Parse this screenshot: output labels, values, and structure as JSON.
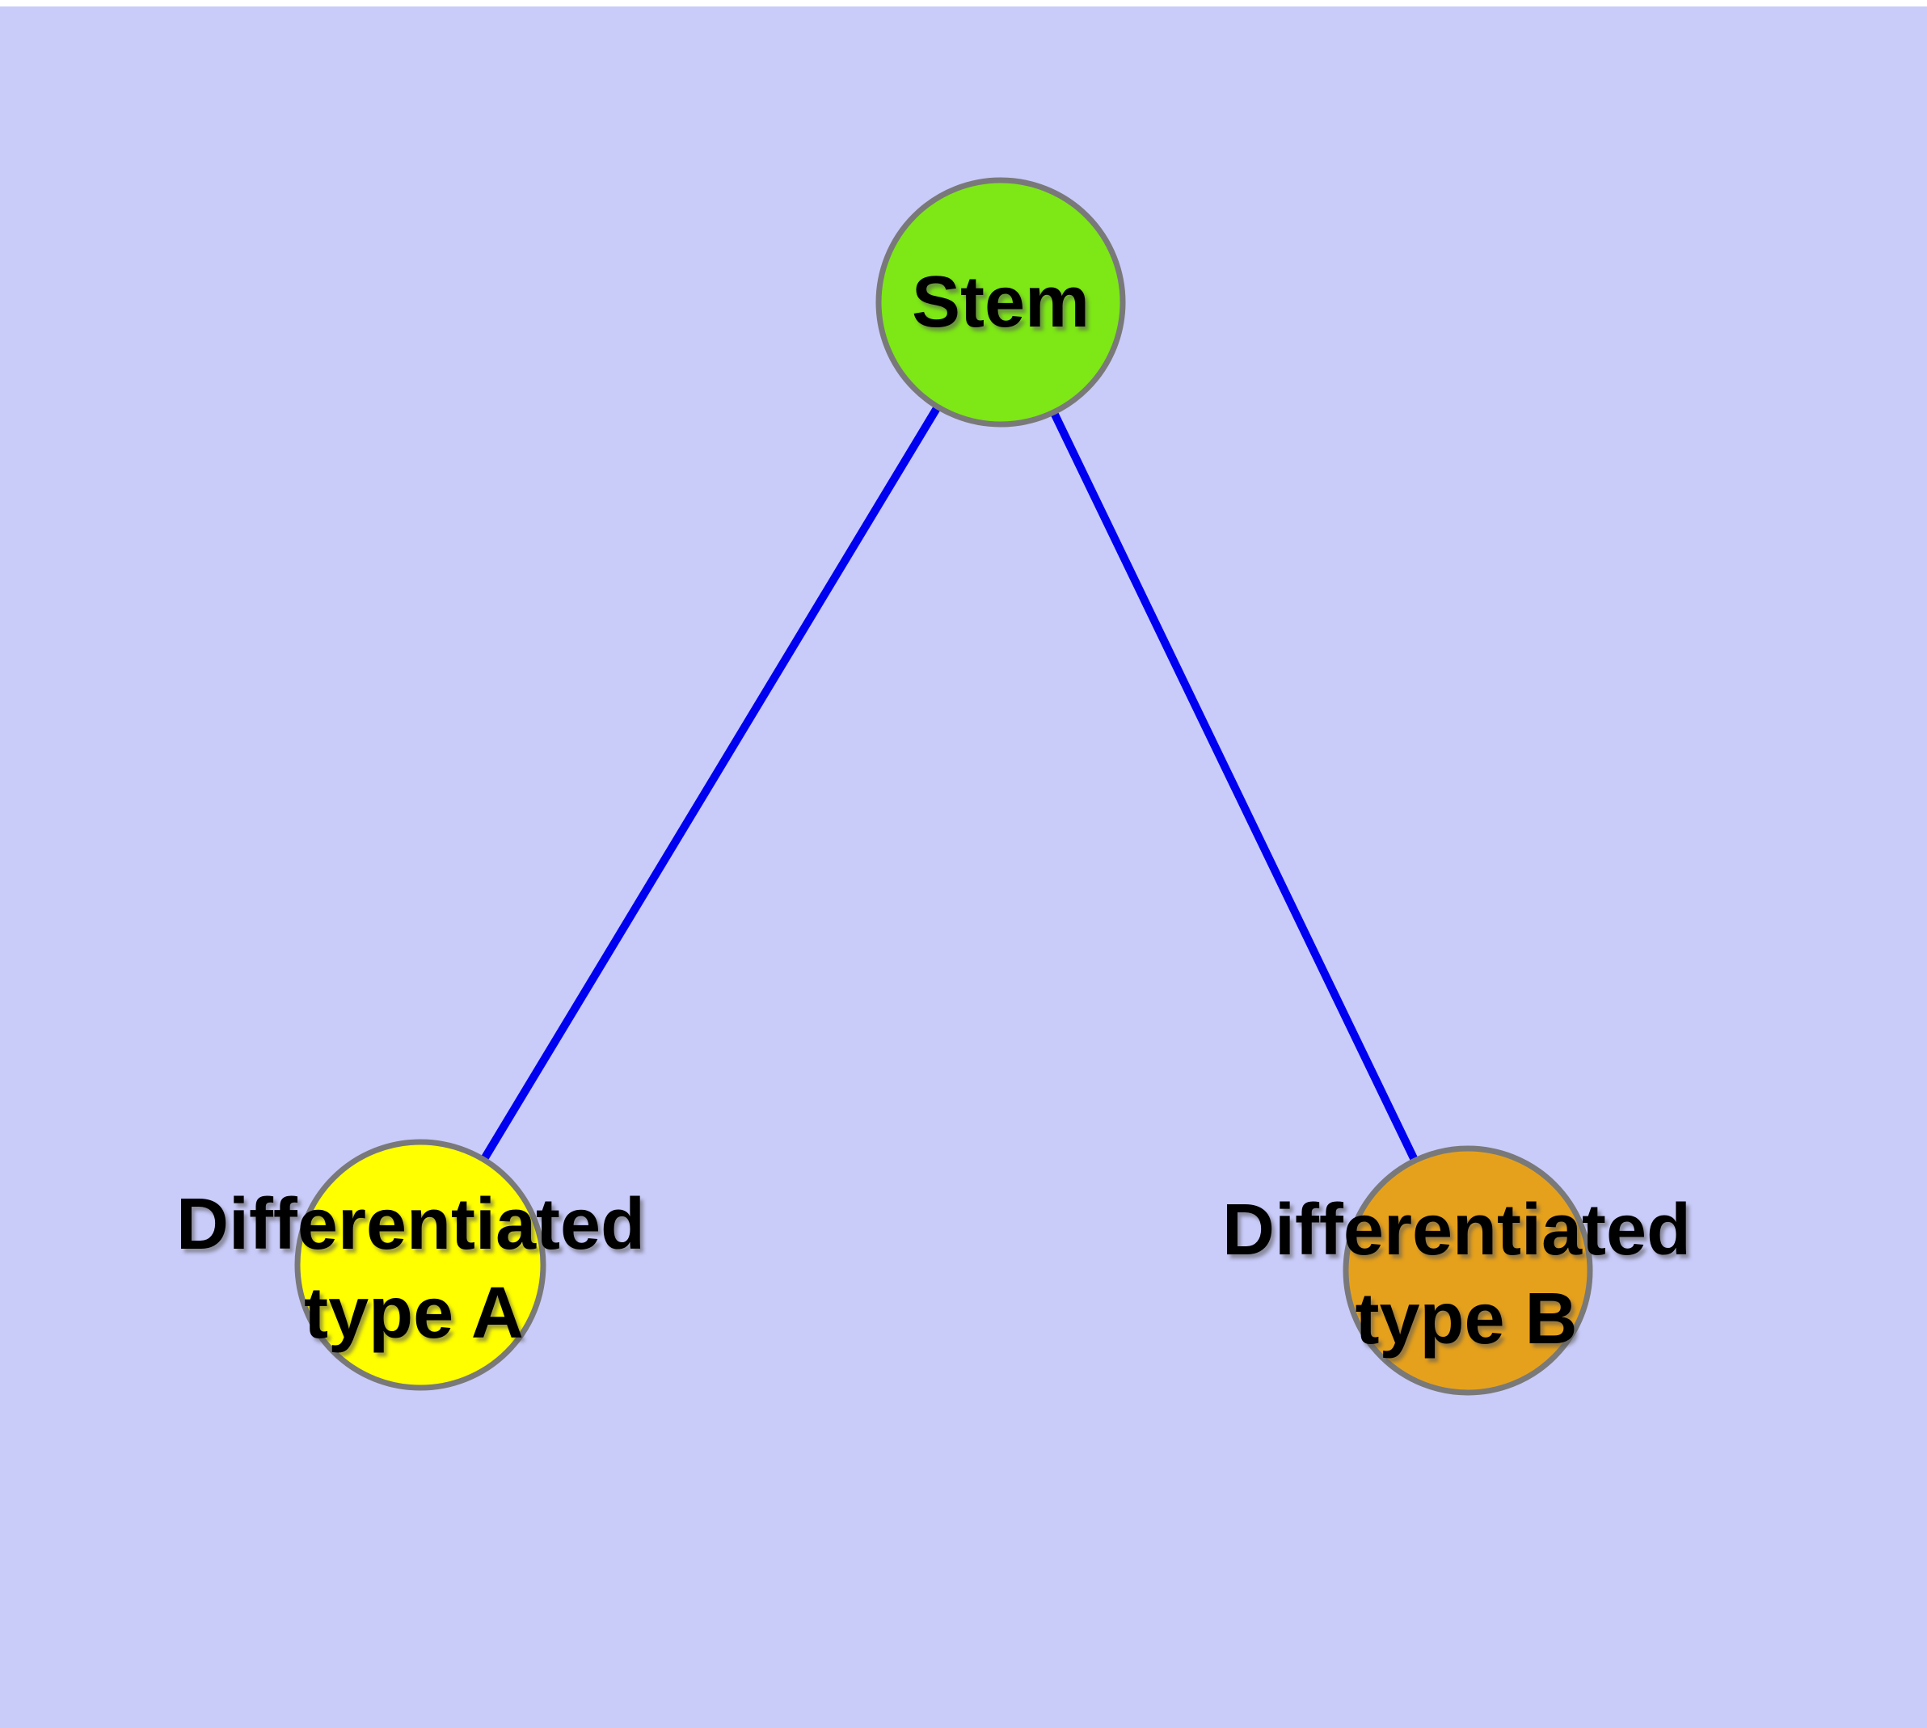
{
  "diagram": {
    "description": "Stem cell differentiation graph",
    "colors": {
      "background": "#c9cbf9",
      "top_margin": "#ffffff",
      "edge": "#0000f0",
      "node_border": "#797979",
      "label_text": "#000000"
    },
    "nodes": [
      {
        "id": "stem",
        "label": "Stem",
        "color": "#7de815"
      },
      {
        "id": "diff-a",
        "label_line1": "Differentiated",
        "label_line2": "type A",
        "color": "#ffff00"
      },
      {
        "id": "diff-b",
        "label_line1": "Differentiated",
        "label_line2": "type B",
        "color": "#e6a11c"
      }
    ],
    "edges": [
      {
        "from": "stem",
        "to": "diff-a"
      },
      {
        "from": "stem",
        "to": "diff-b"
      }
    ]
  }
}
